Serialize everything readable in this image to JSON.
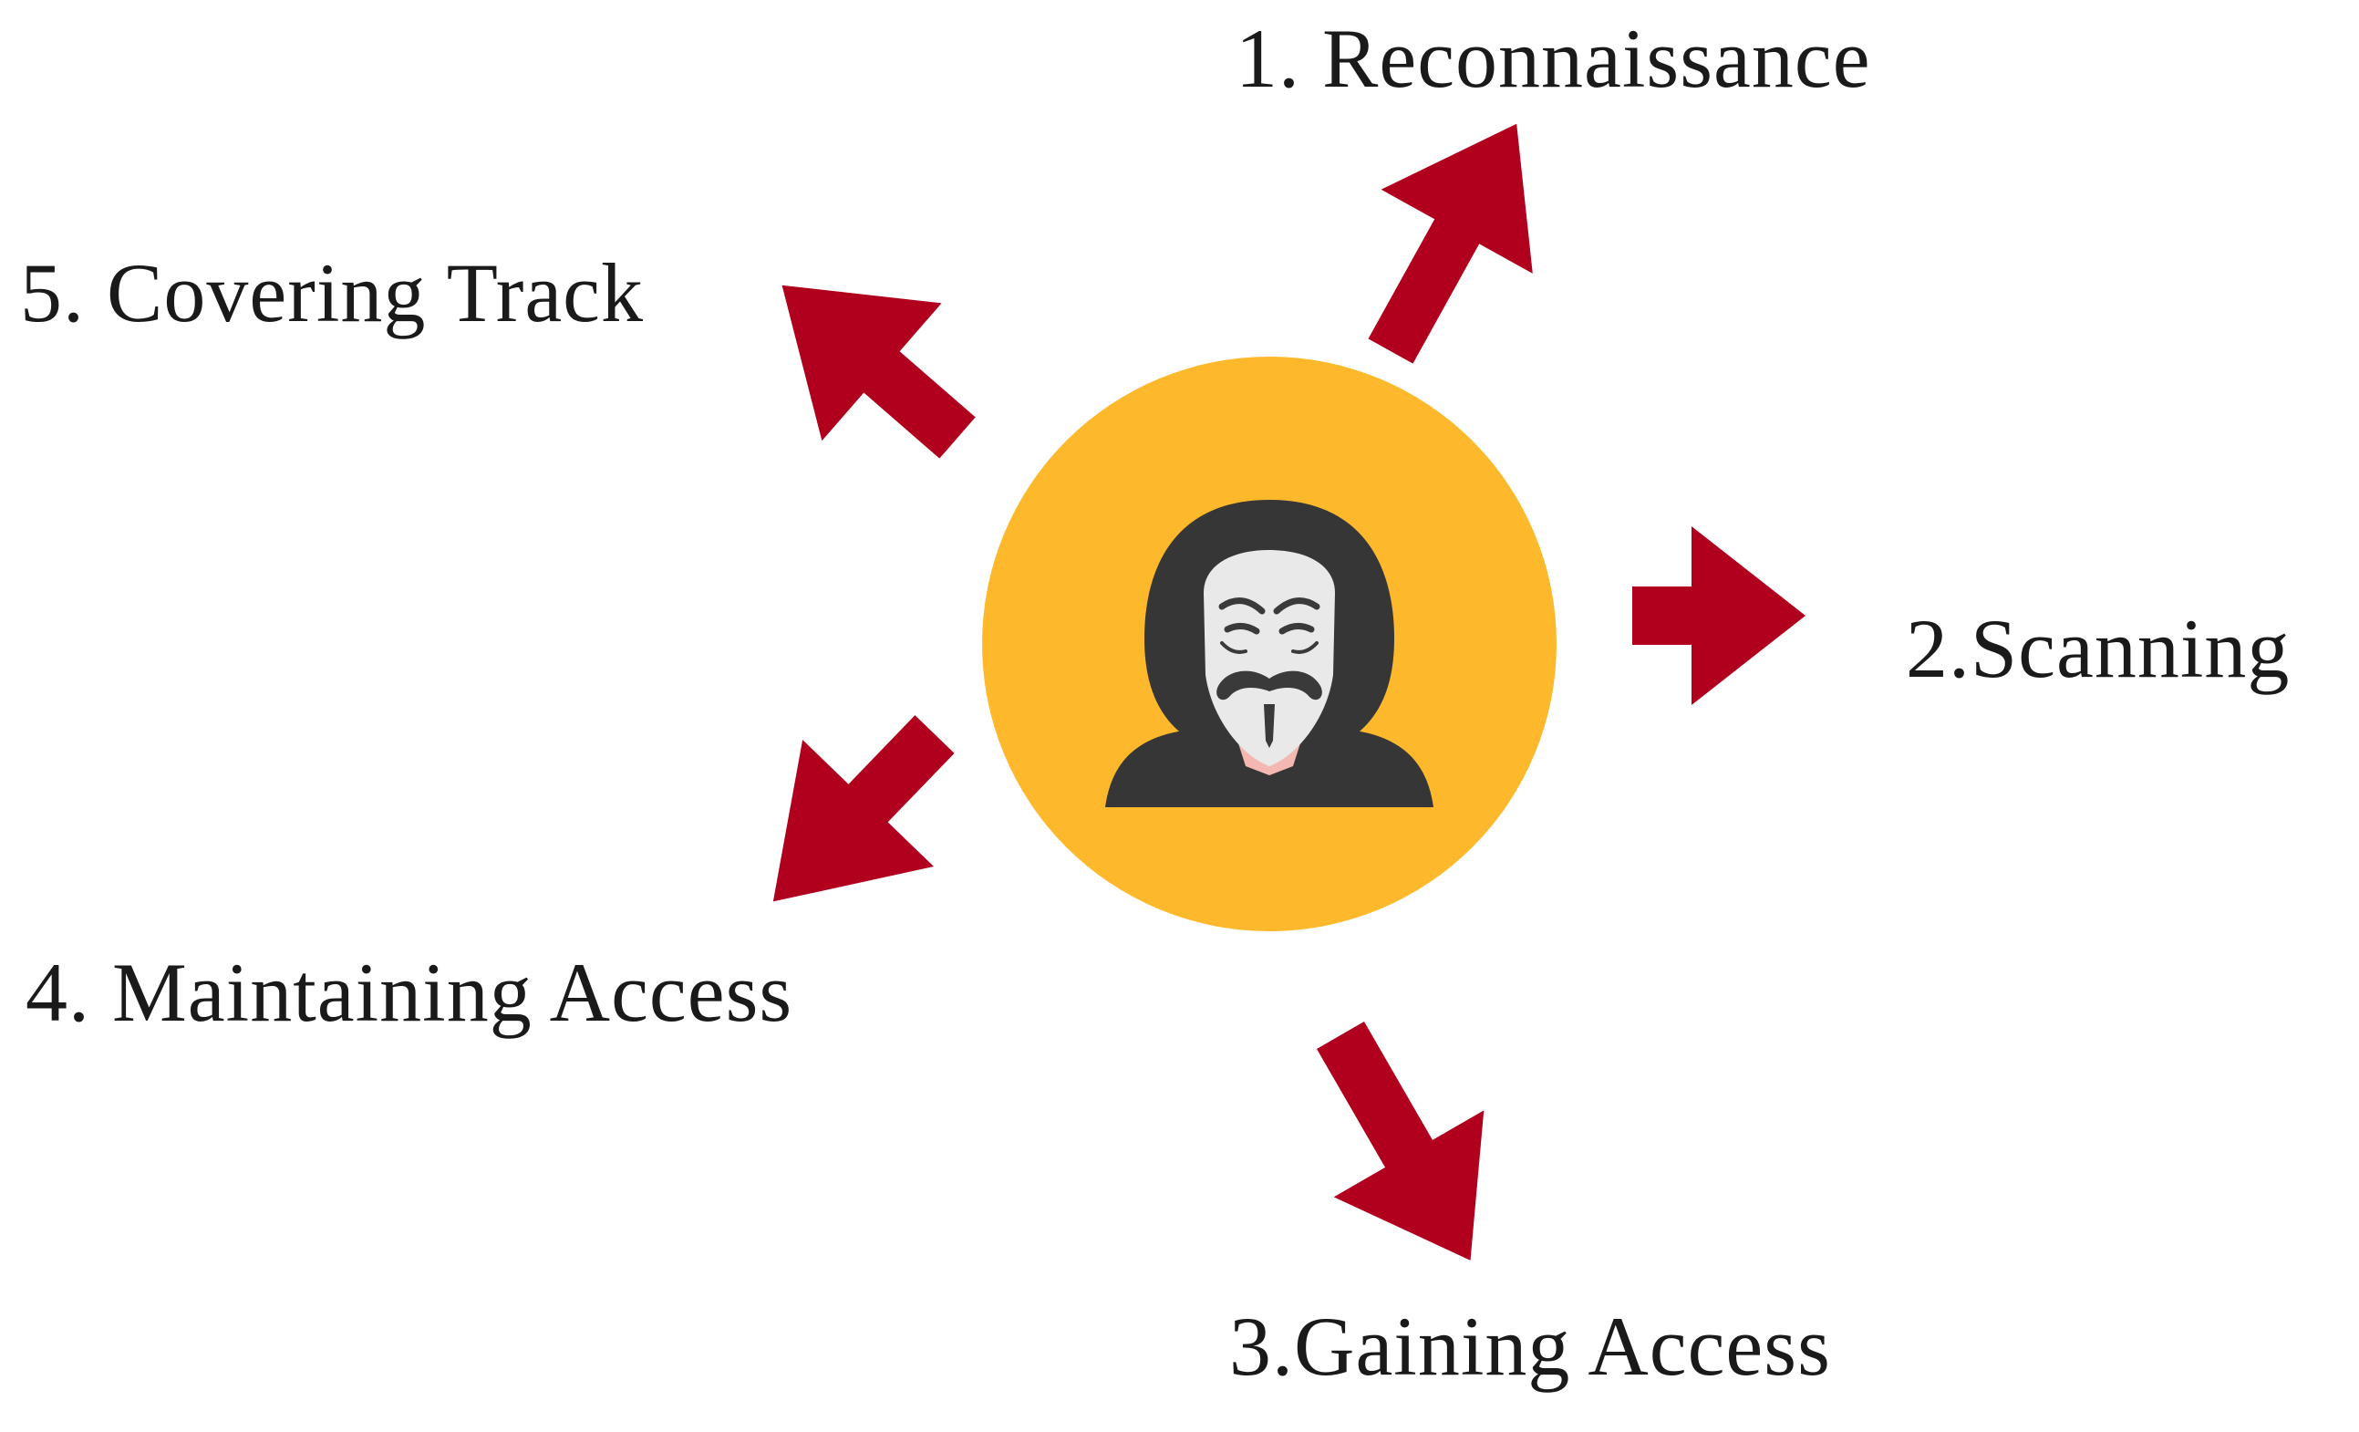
{
  "colors": {
    "arrow": "#B0001E",
    "center_circle": "#FDB92B",
    "hood": "#363636",
    "mask": "#E9E9E9",
    "mask_features": "#3A3A3A",
    "chin": "#F4B7B2",
    "text": "#1a1a1a"
  },
  "center": {
    "icon": "hacker-anonymous-mask-icon"
  },
  "phases": [
    {
      "label": "1. Reconnaissance",
      "arrow_icon": "arrow-up-right-icon"
    },
    {
      "label": "2.Scanning",
      "arrow_icon": "arrow-right-icon"
    },
    {
      "label": "3.Gaining Access",
      "arrow_icon": "arrow-down-right-icon"
    },
    {
      "label": "4. Maintaining Access",
      "arrow_icon": "arrow-down-left-icon"
    },
    {
      "label": "5. Covering Track",
      "arrow_icon": "arrow-up-left-icon"
    }
  ]
}
